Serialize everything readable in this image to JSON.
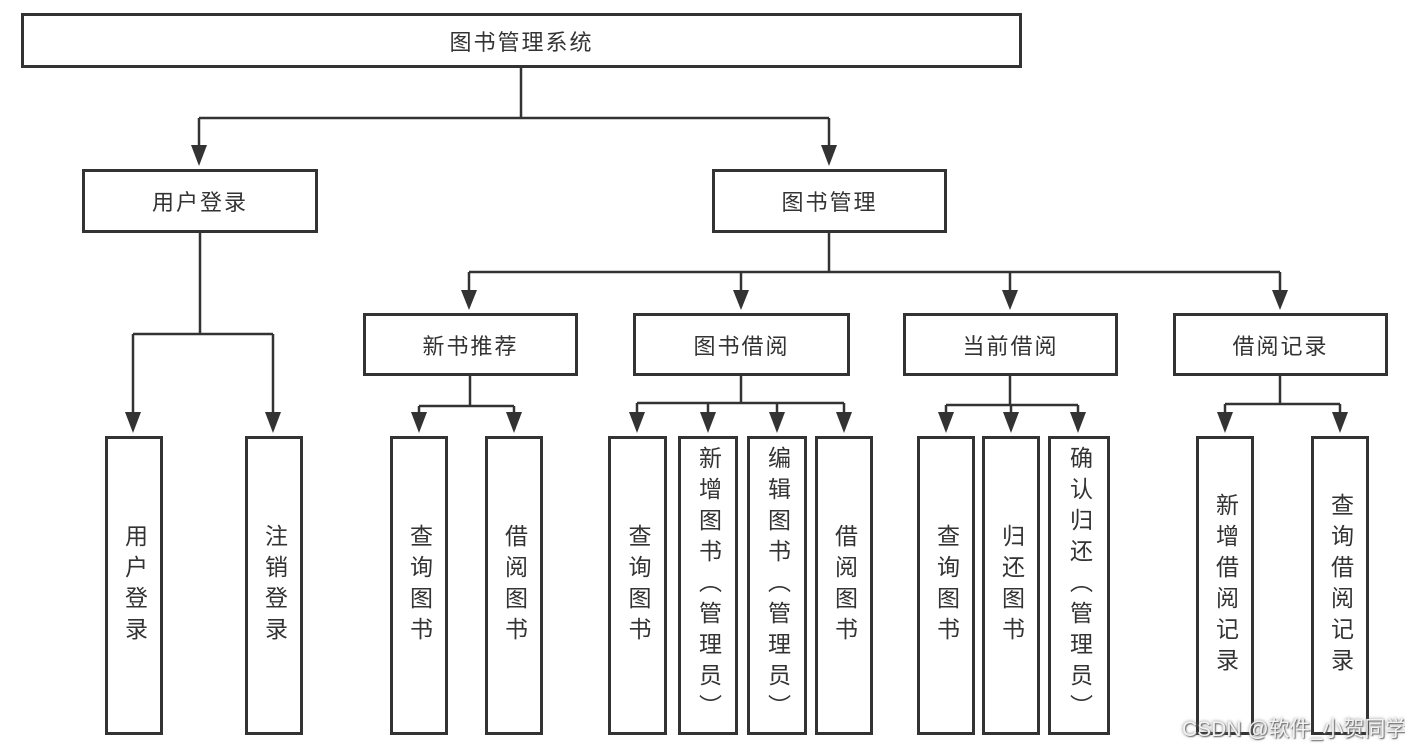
{
  "colors": {
    "line": "#333333",
    "text": "#333333",
    "background": "#ffffff"
  },
  "tree": {
    "root": {
      "label": "图书管理系统"
    },
    "user_login": {
      "label": "用户登录",
      "children": [
        {
          "label": "用户登录"
        },
        {
          "label": "注销登录"
        }
      ]
    },
    "book_management": {
      "label": "图书管理",
      "sections": [
        {
          "label": "新书推荐",
          "children": [
            {
              "label": "查询图书"
            },
            {
              "label": "借阅图书"
            }
          ]
        },
        {
          "label": "图书借阅",
          "children": [
            {
              "label": "查询图书"
            },
            {
              "label": "新增图书（管理员）"
            },
            {
              "label": "编辑图书（管理员）"
            },
            {
              "label": "借阅图书"
            }
          ]
        },
        {
          "label": "当前借阅",
          "children": [
            {
              "label": "查询图书"
            },
            {
              "label": "归还图书"
            },
            {
              "label": "确认归还（管理员）"
            }
          ]
        },
        {
          "label": "借阅记录",
          "children": [
            {
              "label": "新增借阅记录"
            },
            {
              "label": "查询借阅记录"
            }
          ]
        }
      ]
    }
  },
  "watermark": {
    "text": "CSDN @软件_小贺同学"
  }
}
